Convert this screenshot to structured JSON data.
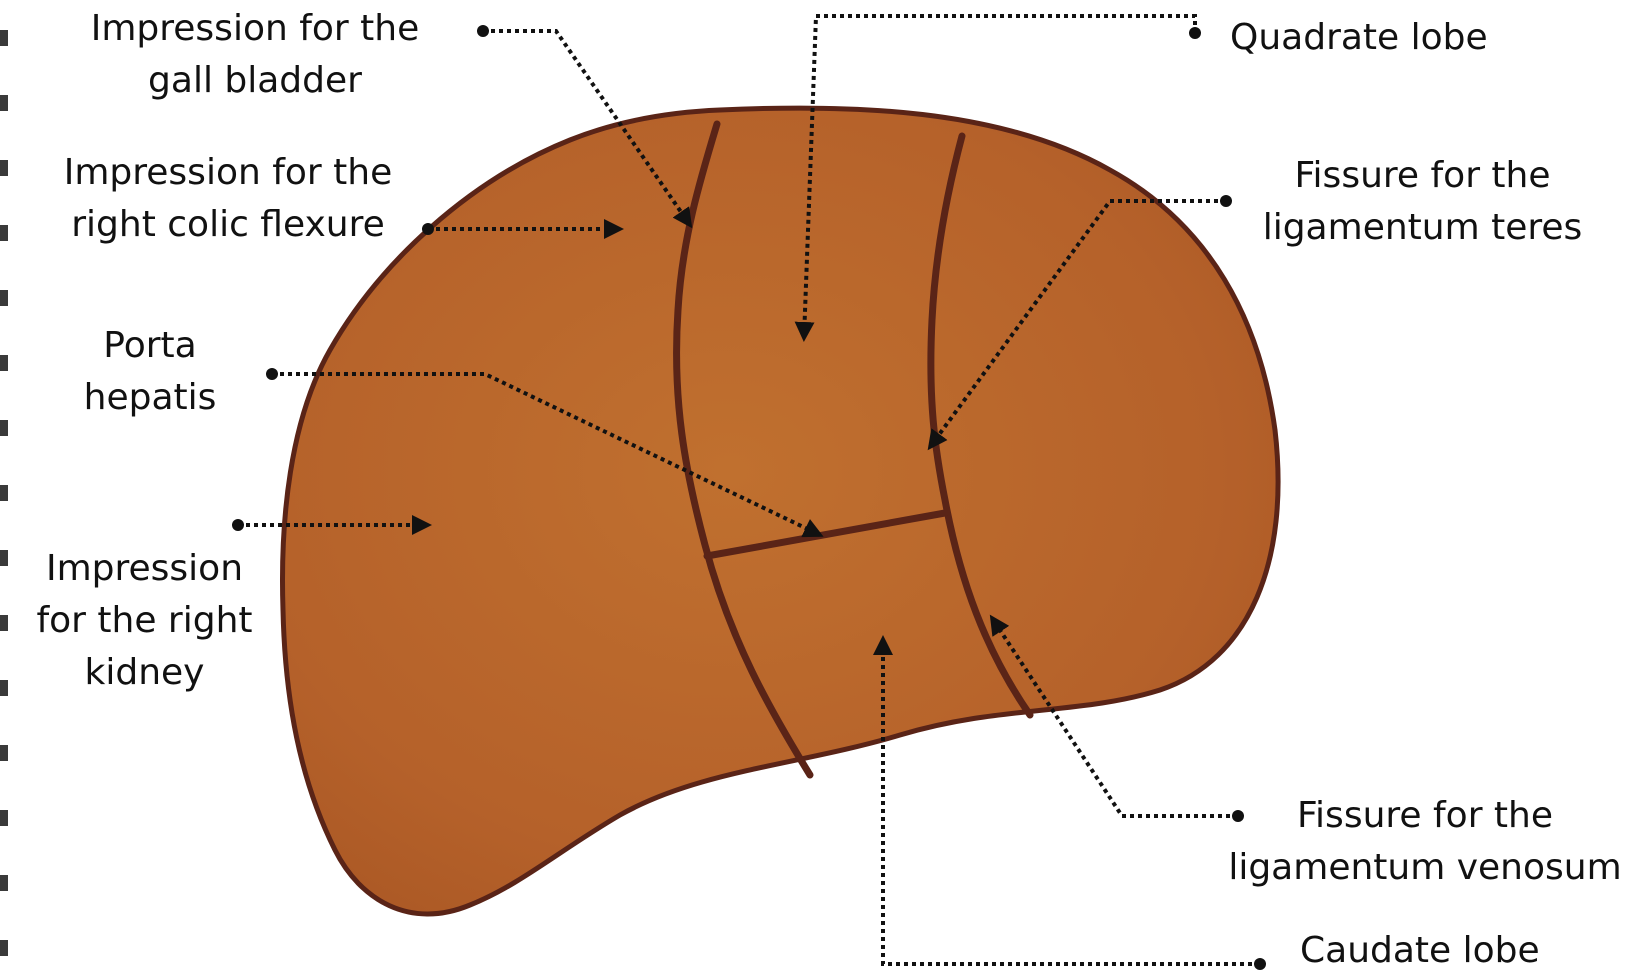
{
  "labels": {
    "gall_bladder": [
      "Impression for the",
      "gall bladder"
    ],
    "colic_flexure": [
      "Impression for the",
      "right colic flexure"
    ],
    "porta_hepatis": [
      "Porta",
      "hepatis"
    ],
    "right_kidney": [
      "Impression",
      "for the right",
      "kidney"
    ],
    "quadrate_lobe": [
      "Quadrate lobe"
    ],
    "ligamentum_teres": [
      "Fissure for the",
      "ligamentum teres"
    ],
    "ligamentum_venosum": [
      "Fissure for the",
      "ligamentum venosum"
    ],
    "caudate_lobe": [
      "Caudate lobe"
    ]
  },
  "colors": {
    "liver_fill": "#b8642b",
    "liver_outline": "#5a2417",
    "text": "#111111"
  }
}
